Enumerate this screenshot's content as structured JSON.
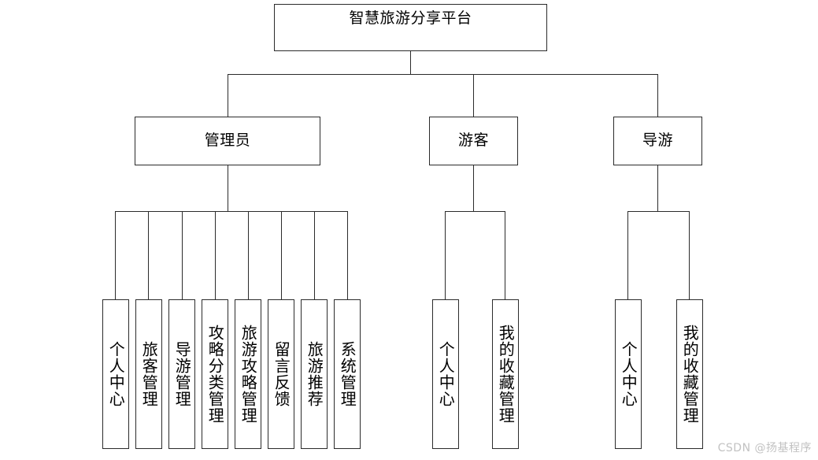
{
  "diagram": {
    "type": "tree",
    "orientation": "top-down",
    "title": "智慧旅游分享平台",
    "background_color": "#ffffff",
    "line_color": "#2b2b2b",
    "text_color": "#000000",
    "root": {
      "label": "智慧旅游分享平台"
    },
    "level2": [
      {
        "label": "管理员"
      },
      {
        "label": "游客"
      },
      {
        "label": "导游"
      }
    ],
    "admin_children": [
      {
        "label": "个人中心"
      },
      {
        "label": "旅客管理"
      },
      {
        "label": "导游管理"
      },
      {
        "label": "攻略分类管理"
      },
      {
        "label": "旅游攻略管理"
      },
      {
        "label": "留言反馈"
      },
      {
        "label": "旅游推荐"
      },
      {
        "label": "系统管理"
      }
    ],
    "tourist_children": [
      {
        "label": "个人中心"
      },
      {
        "label": "我的收藏管理"
      }
    ],
    "guide_children": [
      {
        "label": "个人中心"
      },
      {
        "label": "我的收藏管理"
      }
    ]
  },
  "watermark": {
    "text": "CSDN @扬基程序",
    "color": "#c2c2c2"
  }
}
